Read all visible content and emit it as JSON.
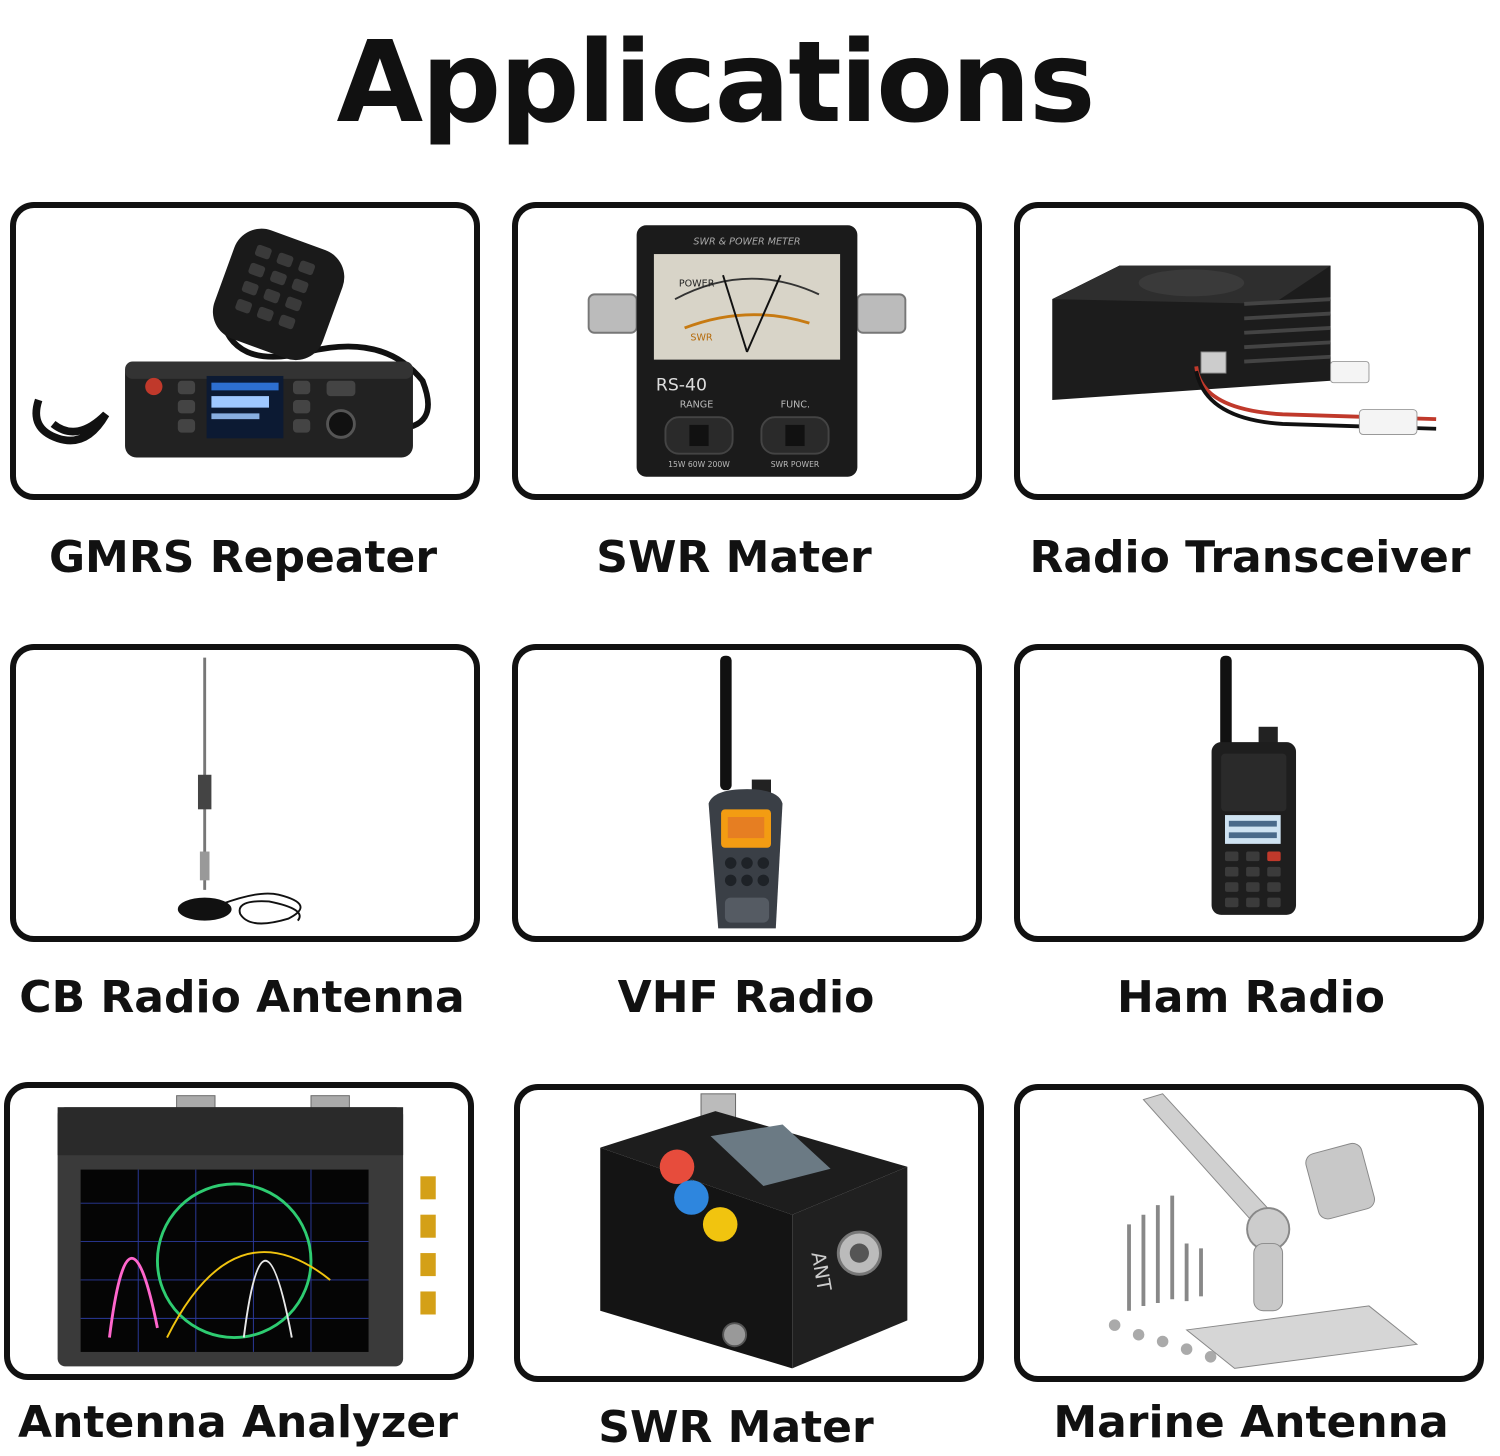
{
  "title": "Applications",
  "items": [
    {
      "label": "GMRS Repeater",
      "icon": "mobile-radio-icon"
    },
    {
      "label": "SWR Mater",
      "icon": "swr-meter-icon",
      "meter_brand": "SWR & POWER METER",
      "model": "RS-40",
      "power": "POWER",
      "swr": "SWR",
      "range": "RANGE",
      "func": "FUNC.",
      "range_opts": "15W 60W 200W",
      "func_opts": "SWR   POWER"
    },
    {
      "label": "Radio Transceiver",
      "icon": "transceiver-icon"
    },
    {
      "label": "CB Radio Antenna",
      "icon": "magnetic-antenna-icon"
    },
    {
      "label": "VHF Radio",
      "icon": "handheld-radio-icon"
    },
    {
      "label": "Ham Radio",
      "icon": "walkie-talkie-icon"
    },
    {
      "label": "Antenna Analyzer",
      "icon": "vector-analyzer-icon"
    },
    {
      "label": "SWR Mater",
      "icon": "digital-swr-meter-icon",
      "ant": "ANT"
    },
    {
      "label": "Marine Antenna",
      "icon": "antenna-mount-icon"
    }
  ]
}
